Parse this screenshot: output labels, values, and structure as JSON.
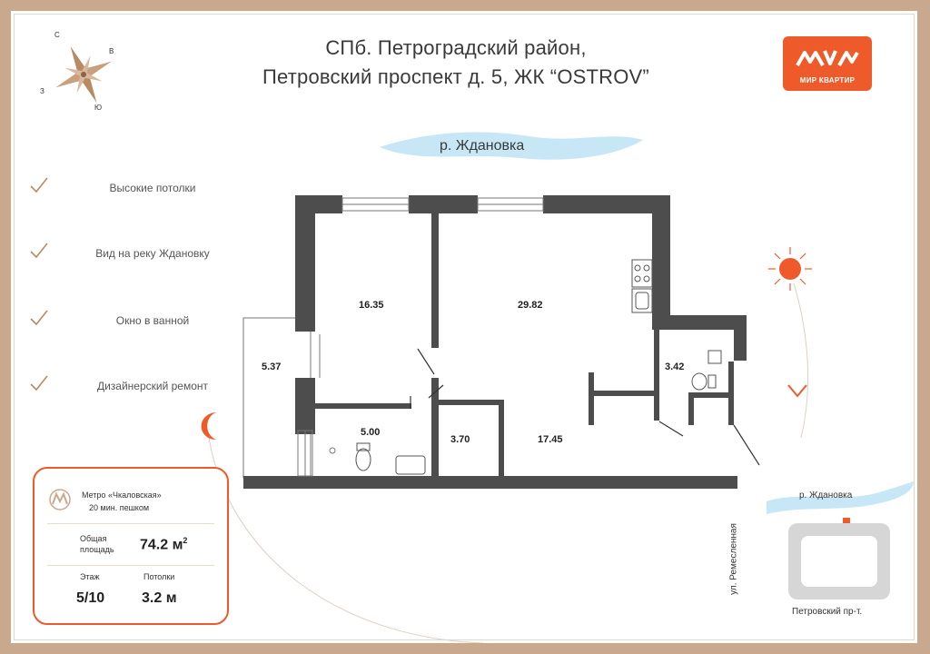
{
  "header": {
    "line1": "СПб. Петроградский район,",
    "line2": "Петровский проспект д. 5, ЖК “OSTROV”"
  },
  "compass": {
    "north": "С",
    "east": "В",
    "west": "З",
    "south": "Ю"
  },
  "logo": {
    "text": "МИР КВАРТИР"
  },
  "river": {
    "label": "р. Ждановка"
  },
  "features": [
    {
      "label": "Высокие потолки"
    },
    {
      "label": "Вид на реку Ждановку"
    },
    {
      "label": "Окно в ванной"
    },
    {
      "label": "Дизайнерский ремонт"
    }
  ],
  "rooms": {
    "bedroom": "16.35",
    "kitchen_living": "29.82",
    "balcony": "5.37",
    "bathroom": "5.00",
    "storage": "3.70",
    "hall": "17.45",
    "wc": "3.42"
  },
  "info": {
    "metro_name": "Метро «Чкаловская»",
    "metro_time": "20 мин. пешком",
    "area_label_1": "Общая",
    "area_label_2": "площадь",
    "area_value": "74.2 м",
    "area_unit_sup": "2",
    "floor_label": "Этаж",
    "floor_value": "5/10",
    "ceiling_label": "Потолки",
    "ceiling_value": "3.2 м"
  },
  "map": {
    "river": "р. Ждановка",
    "street_left": "ул. Ремесленная",
    "street_bottom": "Петровский пр-т."
  },
  "colors": {
    "accent": "#ef5a2a",
    "wall": "#4d4d4d",
    "river": "#c7e7f6",
    "frame": "#c9a98d"
  }
}
